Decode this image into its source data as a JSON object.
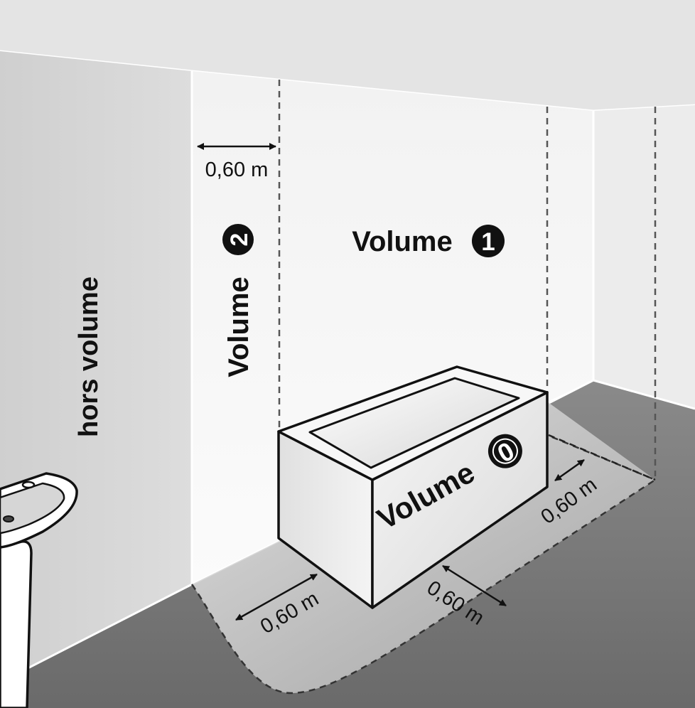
{
  "labels": {
    "hors_volume": "hors volume",
    "volume_word": "Volume",
    "volume0_num": "0",
    "volume1_num": "1",
    "volume2_num": "2",
    "dim_top": "0,60 m",
    "dim_left": "0,60 m",
    "dim_front": "0,60 m",
    "dim_right": "0,60 m"
  },
  "colors": {
    "ceiling": "#e6e6e6",
    "left_wall": "#d9d9d9",
    "back_wall": "#f4f4f4",
    "right_wall": "#eeeeee",
    "floor": "#7a7a7a",
    "zone_floor": "#c4c4c4",
    "outline": "#111111",
    "dash": "#555555"
  }
}
